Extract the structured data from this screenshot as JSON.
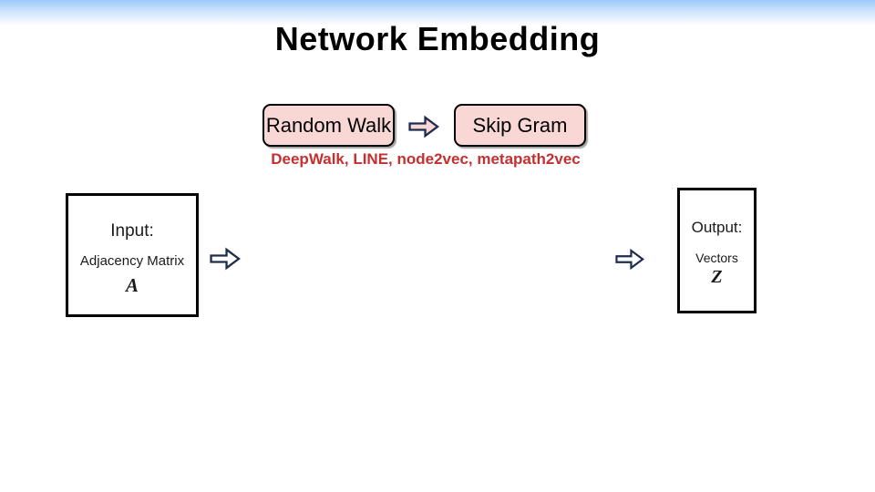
{
  "slide": {
    "title": "Network Embedding"
  },
  "flow": {
    "random_walk_label": "Random Walk",
    "skip_gram_label": "Skip Gram",
    "methods_text": "DeepWalk, LINE, node2vec, metapath2vec"
  },
  "input_box": {
    "heading": "Input:",
    "subheading": "Adjacency Matrix",
    "symbol": "A"
  },
  "output_box": {
    "heading": "Output:",
    "subheading": "Vectors",
    "symbol": "Z"
  },
  "icons": {
    "flow_arrow": "right-block-arrow",
    "input_arrow": "right-block-arrow",
    "output_arrow": "right-block-arrow"
  },
  "colors": {
    "header_gradient_blue": "#9ccafa",
    "flow_box_pink": "#f9d7d5",
    "arrow_outline_navy": "#1e2d4f",
    "methods_red": "#c62f2f",
    "border_black": "#000000",
    "background": "#ffffff"
  }
}
